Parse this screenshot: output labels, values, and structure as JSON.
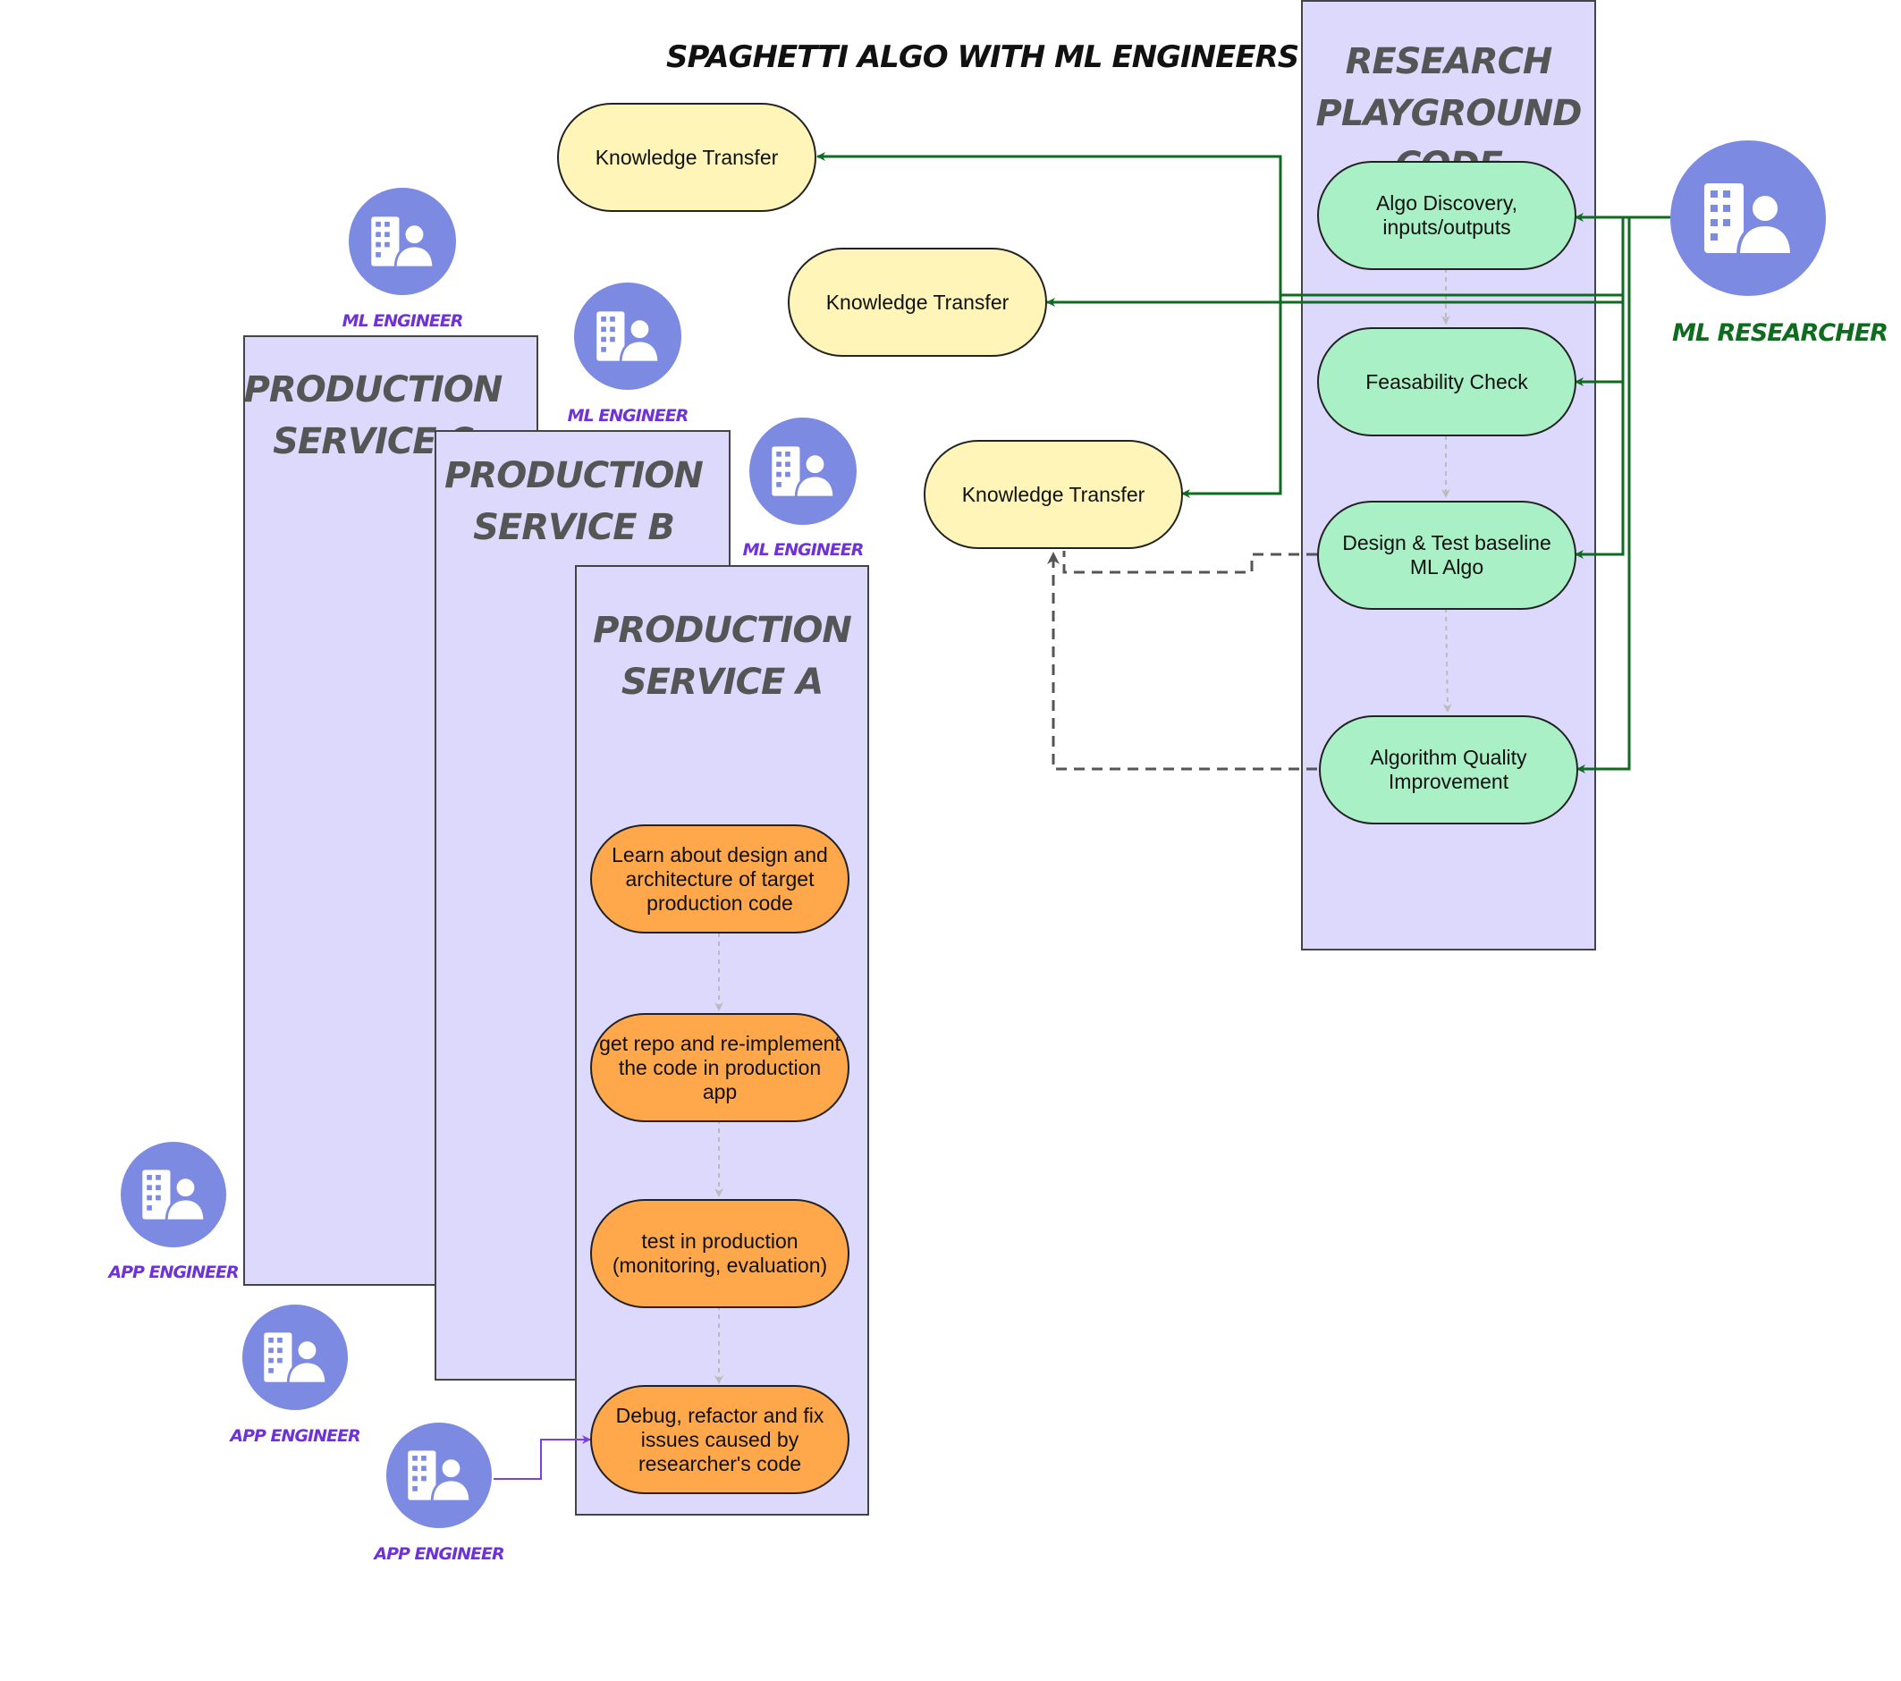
{
  "title": "SPAGHETTI ALGO WITH ML ENGINEERS",
  "research": {
    "title_line1": "RESEARCH",
    "title_line2": "PLAYGROUND CODE",
    "steps": [
      "Algo Discovery, inputs/outputs",
      "Feasability Check",
      "Design & Test baseline ML Algo",
      "Algorithm Quality Improvement"
    ]
  },
  "knowledge_transfer": [
    "Knowledge Transfer",
    "Knowledge Transfer",
    "Knowledge Transfer"
  ],
  "services": {
    "c": {
      "line1": "PRODUCTION",
      "line2": "SERVICE C"
    },
    "b": {
      "line1": "PRODUCTION",
      "line2": "SERVICE B"
    },
    "a": {
      "line1": "PRODUCTION",
      "line2": "SERVICE A"
    }
  },
  "production_steps": [
    "Learn about design and architecture of target production code",
    "get repo and re-implement the code in production app",
    "test in production (monitoring, evaluation)",
    "Debug, refactor and fix issues caused by researcher's code"
  ],
  "roles": {
    "ml_researcher": "ML RESEARCHER",
    "ml_engineer": [
      "ML ENGINEER",
      "ML ENGINEER",
      "ML ENGINEER"
    ],
    "app_engineer": [
      "APP ENGINEER",
      "APP ENGINEER",
      "APP ENGINEER"
    ]
  },
  "icon": "building-person-icon",
  "colors": {
    "panel": "#dcd9fd",
    "yellow": "#fff5b8",
    "green": "#aaf0c6",
    "orange": "#fea74b",
    "avatar": "#7c8ae2",
    "green_arrow": "#0f6b1f",
    "purple_label": "#6e32d8"
  }
}
